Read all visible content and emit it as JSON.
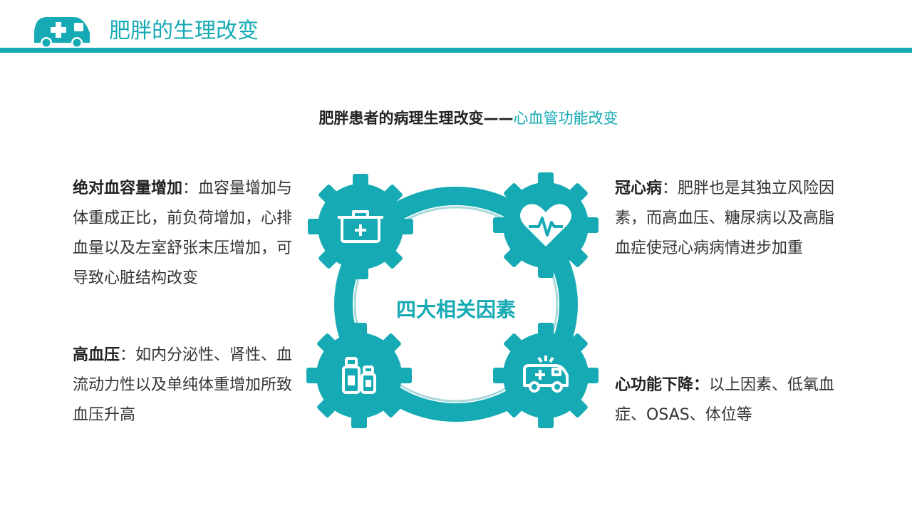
{
  "header": {
    "title": "肥胖的生理改变",
    "logo_icon": "ambulance-icon",
    "accent_color": "#15aab4"
  },
  "subtitle": {
    "main": "肥胖患者的病理生理改变——",
    "accent": "心血管功能改变"
  },
  "center_label": "四大相关因素",
  "factors": {
    "blood_volume": {
      "term": "绝对血容量增加",
      "separator": "：",
      "text": "血容量增加与体重成正比，前负荷增加，心排血量以及左室舒张末压增加，可导致心脏结构改变",
      "icon": "medical-kit-icon"
    },
    "hypertension": {
      "term": "高血压",
      "separator": "：",
      "text": "如内分泌性、肾性、血流动力性以及单纯体重增加所致血压升高",
      "icon": "medicine-bottles-icon"
    },
    "coronary": {
      "term": "冠心病",
      "separator": "：",
      "text": "肥胖也是其独立风险因素，而高血压、糖尿病以及高脂血症使冠心病病情进步加重",
      "icon": "heart-pulse-icon"
    },
    "cardiac_function": {
      "term": "心功能下降：",
      "separator": "",
      "text": "以上因素、低氧血症、OSAS、体位等",
      "icon": "ambulance-icon"
    }
  }
}
